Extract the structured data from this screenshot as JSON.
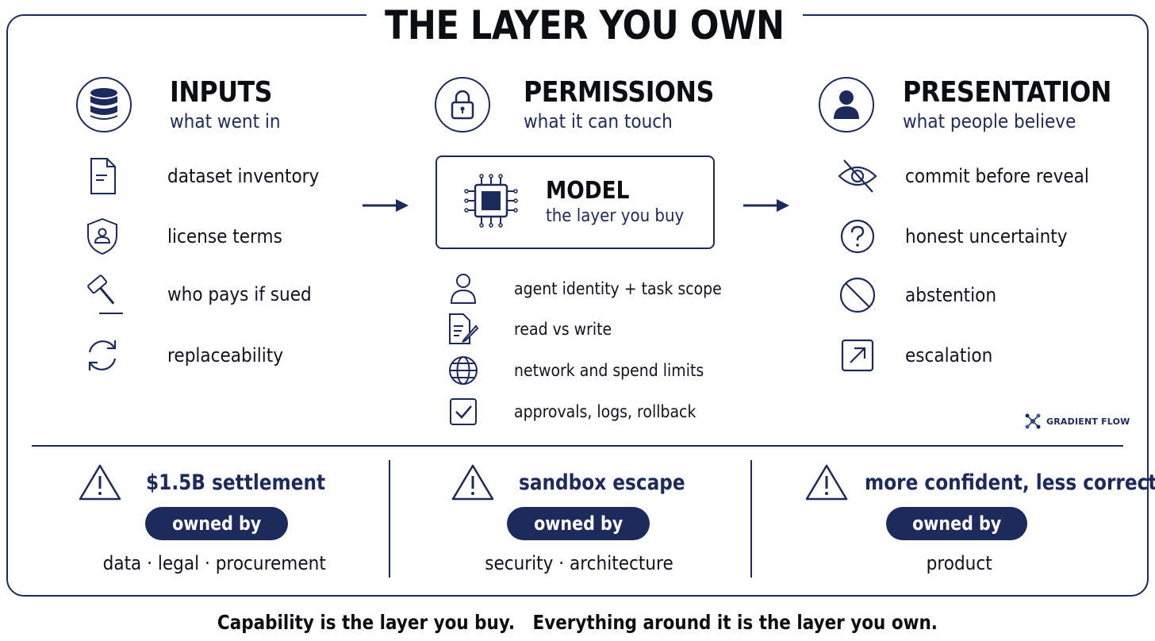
{
  "title": "THE LAYER YOU OWN",
  "inputs": {
    "title": "INPUTS",
    "subtitle": "what went in",
    "icon": "database-icon",
    "items": [
      {
        "label": "dataset inventory",
        "icon": "document-icon"
      },
      {
        "label": "license terms",
        "icon": "shield-user-icon"
      },
      {
        "label": "who pays if sued",
        "icon": "gavel-icon"
      },
      {
        "label": "replaceability",
        "icon": "refresh-icon"
      }
    ]
  },
  "permissions": {
    "title": "PERMISSIONS",
    "subtitle": "what it can touch",
    "icon": "lock-icon",
    "model": {
      "title": "MODEL",
      "subtitle": "the layer you buy",
      "icon": "chip-icon"
    },
    "items": [
      {
        "label": "agent identity + task scope",
        "icon": "user-icon"
      },
      {
        "label": "read vs write",
        "icon": "edit-document-icon"
      },
      {
        "label": "network and spend limits",
        "icon": "globe-icon"
      },
      {
        "label": "approvals, logs, rollback",
        "icon": "checkbox-icon"
      }
    ]
  },
  "presentation": {
    "title": "PRESENTATION",
    "subtitle": "what people believe",
    "icon": "person-icon",
    "items": [
      {
        "label": "commit before reveal",
        "icon": "eye-off-icon"
      },
      {
        "label": "honest uncertainty",
        "icon": "question-icon"
      },
      {
        "label": "abstention",
        "icon": "prohibited-icon"
      },
      {
        "label": "escalation",
        "icon": "arrow-up-right-icon"
      }
    ]
  },
  "brand": "GRADIENT FLOW",
  "risks": [
    {
      "text": "$1.5B settlement",
      "owned_by": "owned by",
      "owners": "data · legal · procurement"
    },
    {
      "text": "sandbox escape",
      "owned_by": "owned by",
      "owners": "security · architecture"
    },
    {
      "text": "more confident, less correct",
      "owned_by": "owned by",
      "owners": "product"
    }
  ],
  "tagline": "Capability is the layer you buy.   Everything around it is the layer you own.",
  "colors": {
    "accent": "#1c2a5c",
    "text": "#111122",
    "background": "#ffffff"
  }
}
